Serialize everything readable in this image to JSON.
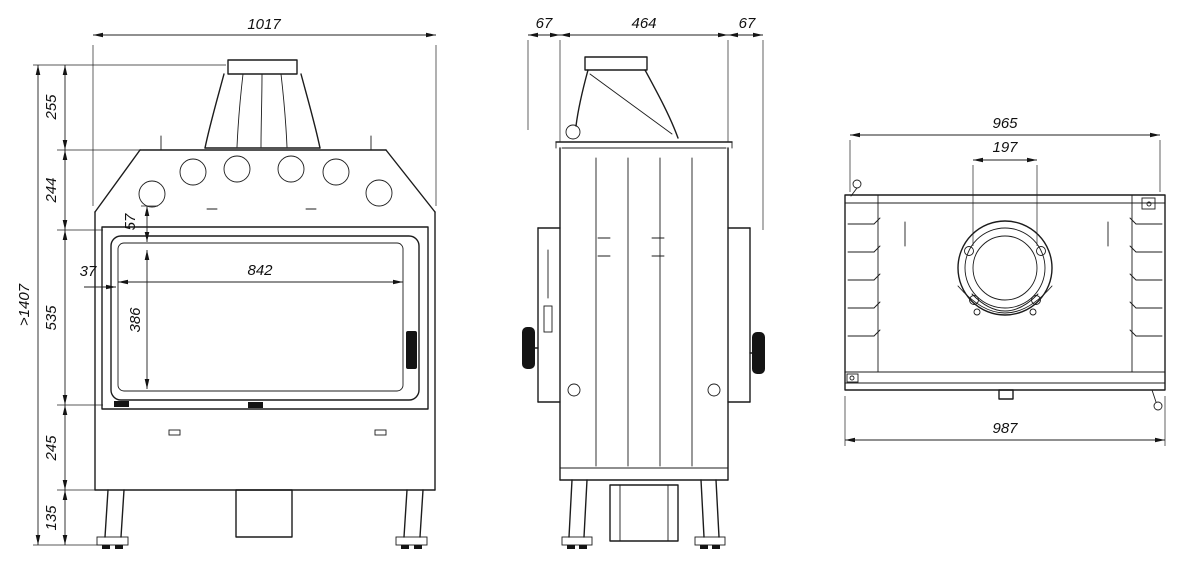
{
  "drawing": {
    "type": "technical-dimension-drawing",
    "subject": "fireplace-insert-three-views",
    "colors": {
      "line": "#1c1c1c",
      "background": "#ffffff"
    },
    "front_view": {
      "overall_width": "1017",
      "canopy_height": "255",
      "hood_section_height": "244",
      "glass_top_offset": "57",
      "frame_side_width": "37",
      "glass_width": "842",
      "glass_height": "386",
      "door_section_height": "535",
      "base_section_height": "245",
      "leg_height": "135",
      "total_height": ">1407"
    },
    "side_view": {
      "front_offset": "67",
      "body_depth": "464",
      "rear_offset": "67"
    },
    "top_view": {
      "body_width": "965",
      "flue_spigot_width": "197",
      "overall_width": "987"
    }
  }
}
